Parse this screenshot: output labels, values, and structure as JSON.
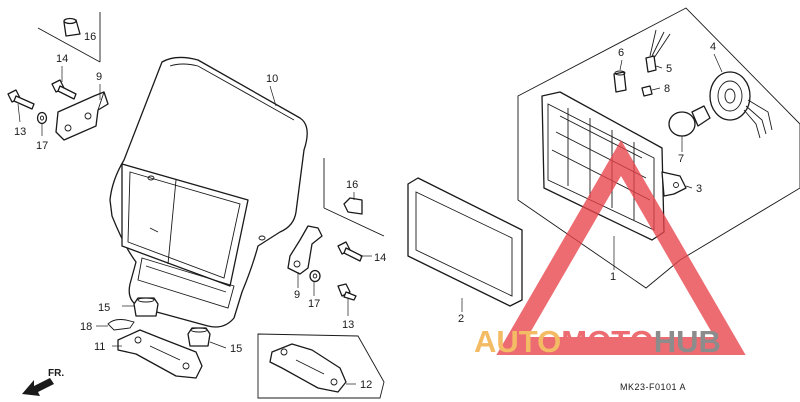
{
  "callouts": {
    "c1": "1",
    "c2": "2",
    "c3": "3",
    "c4": "4",
    "c5": "5",
    "c6": "6",
    "c7": "7",
    "c8": "8",
    "c9a": "9",
    "c9b": "9",
    "c10": "10",
    "c11": "11",
    "c12": "12",
    "c13a": "13",
    "c13b": "13",
    "c14a": "14",
    "c14b": "14",
    "c15a": "15",
    "c15b": "15",
    "c16a": "16",
    "c16b": "16",
    "c17a": "17",
    "c17b": "17",
    "c18": "18"
  },
  "direction_label": "FR.",
  "diagram_code": "MK23-F0101 A",
  "watermark": {
    "part1": "AUTO",
    "part2": "MOTO",
    "part3": "HUB",
    "colors": {
      "orange": "#f2a93b",
      "red": "#e8434a",
      "gray": "#6d6d6d"
    }
  }
}
